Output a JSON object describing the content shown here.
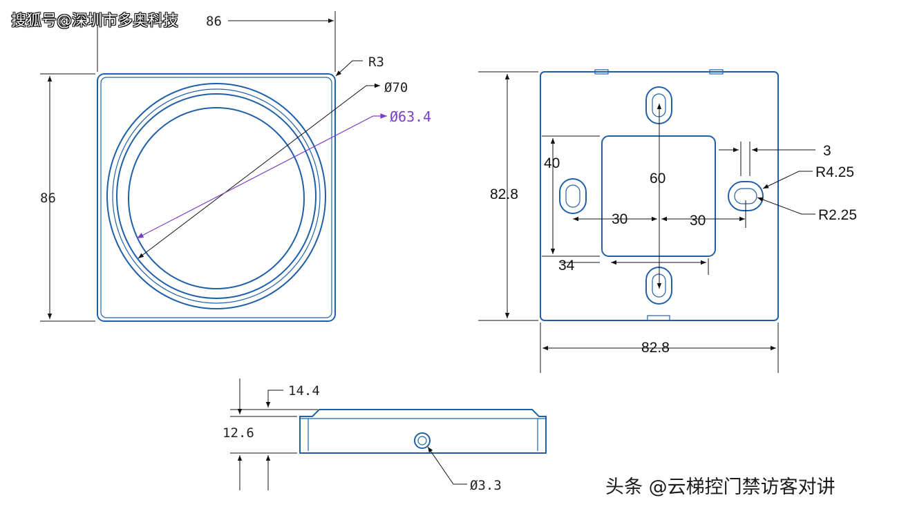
{
  "watermarks": {
    "top": "搜狐号@深圳市多奥科技",
    "bottom": "头条 @云梯控门禁访客对讲"
  },
  "front_view": {
    "width": "86",
    "height": "86",
    "corner_radius": "R3",
    "outer_diameter": "Ø70",
    "inner_diameter": "Ø63.4"
  },
  "back_view": {
    "width": "82.8",
    "height": "82.8",
    "slot_spacing_vertical": "60",
    "box_height": "40",
    "offset_left": "30",
    "offset_right": "30",
    "box_width": "34",
    "slot_width": "3",
    "outer_radius": "R4.25",
    "inner_radius": "R2.25"
  },
  "side_view": {
    "total_height": "14.4",
    "base_height": "12.6",
    "hole_diameter": "Ø3.3"
  },
  "colors": {
    "outline": "#1f5fa8",
    "highlight": "#7a3fc8"
  }
}
